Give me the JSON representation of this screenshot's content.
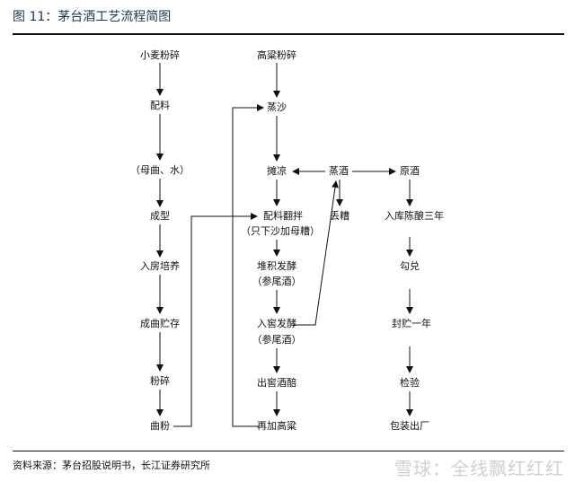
{
  "title": "图 11：茅台酒工艺流程简图",
  "col1": [
    "小麦粉碎",
    "配料",
    "（母曲、水）",
    "成型",
    "入房培养",
    "成曲贮存",
    "粉碎",
    "曲粉"
  ],
  "col2": [
    "高粱粉碎",
    "蒸沙",
    "摊凉",
    "配料翻拌",
    "（只下沙加母糟）",
    "堆积发酵",
    "（参尾酒）",
    "入窖发酵",
    "（参尾酒）",
    "出窖酒醅",
    "再加高粱"
  ],
  "mid": [
    "蒸酒",
    "丢糟"
  ],
  "col3": [
    "原酒",
    "入库陈酿三年",
    "勾兑",
    "封贮一年",
    "检验",
    "包装出厂"
  ],
  "source": "资料来源：茅台招股说明书，长江证券研究所",
  "watermark": "雪球：全线飘红红红"
}
